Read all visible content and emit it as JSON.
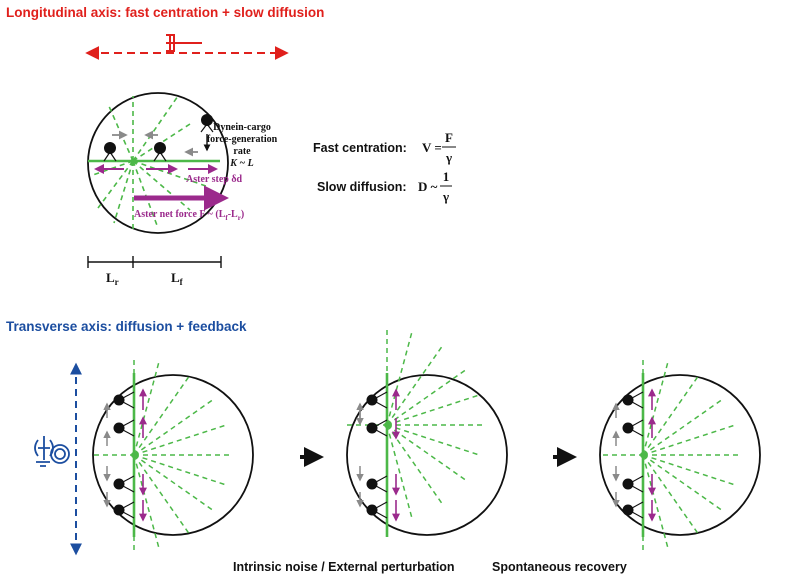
{
  "colors": {
    "red": "#e0201c",
    "blue": "#1c4ea0",
    "green": "#4cb848",
    "magenta": "#9b2a8c",
    "grey": "#8a8a8a",
    "black": "#111111"
  },
  "longitudinal": {
    "title": "Longitudinal axis: fast centration + slow diffusion",
    "dynein_label": {
      "line1": "Dynein-cargo",
      "line2": "force-generation",
      "line3": "rate",
      "line4": "K ~ L"
    },
    "aster_step": "Aster step δd",
    "net_force": "Aster net force F ~ (L",
    "net_force_sub1": "f",
    "net_force_mid": "-L",
    "net_force_sub2": "r",
    "net_force_end": ")",
    "lr": "L",
    "lr_sub": "r",
    "lf": "L",
    "lf_sub": "f",
    "fast_label": "Fast centration:",
    "fast_lhs": "V =",
    "fast_num": "F",
    "fast_den": "γ",
    "slow_label": "Slow diffusion:",
    "slow_lhs": "D ~",
    "slow_num": "1",
    "slow_den": "γ"
  },
  "transverse": {
    "title": "Transverse axis: diffusion + feedback",
    "caption1": "Intrinsic noise / External perturbation",
    "caption2": "Spontaneous recovery"
  }
}
